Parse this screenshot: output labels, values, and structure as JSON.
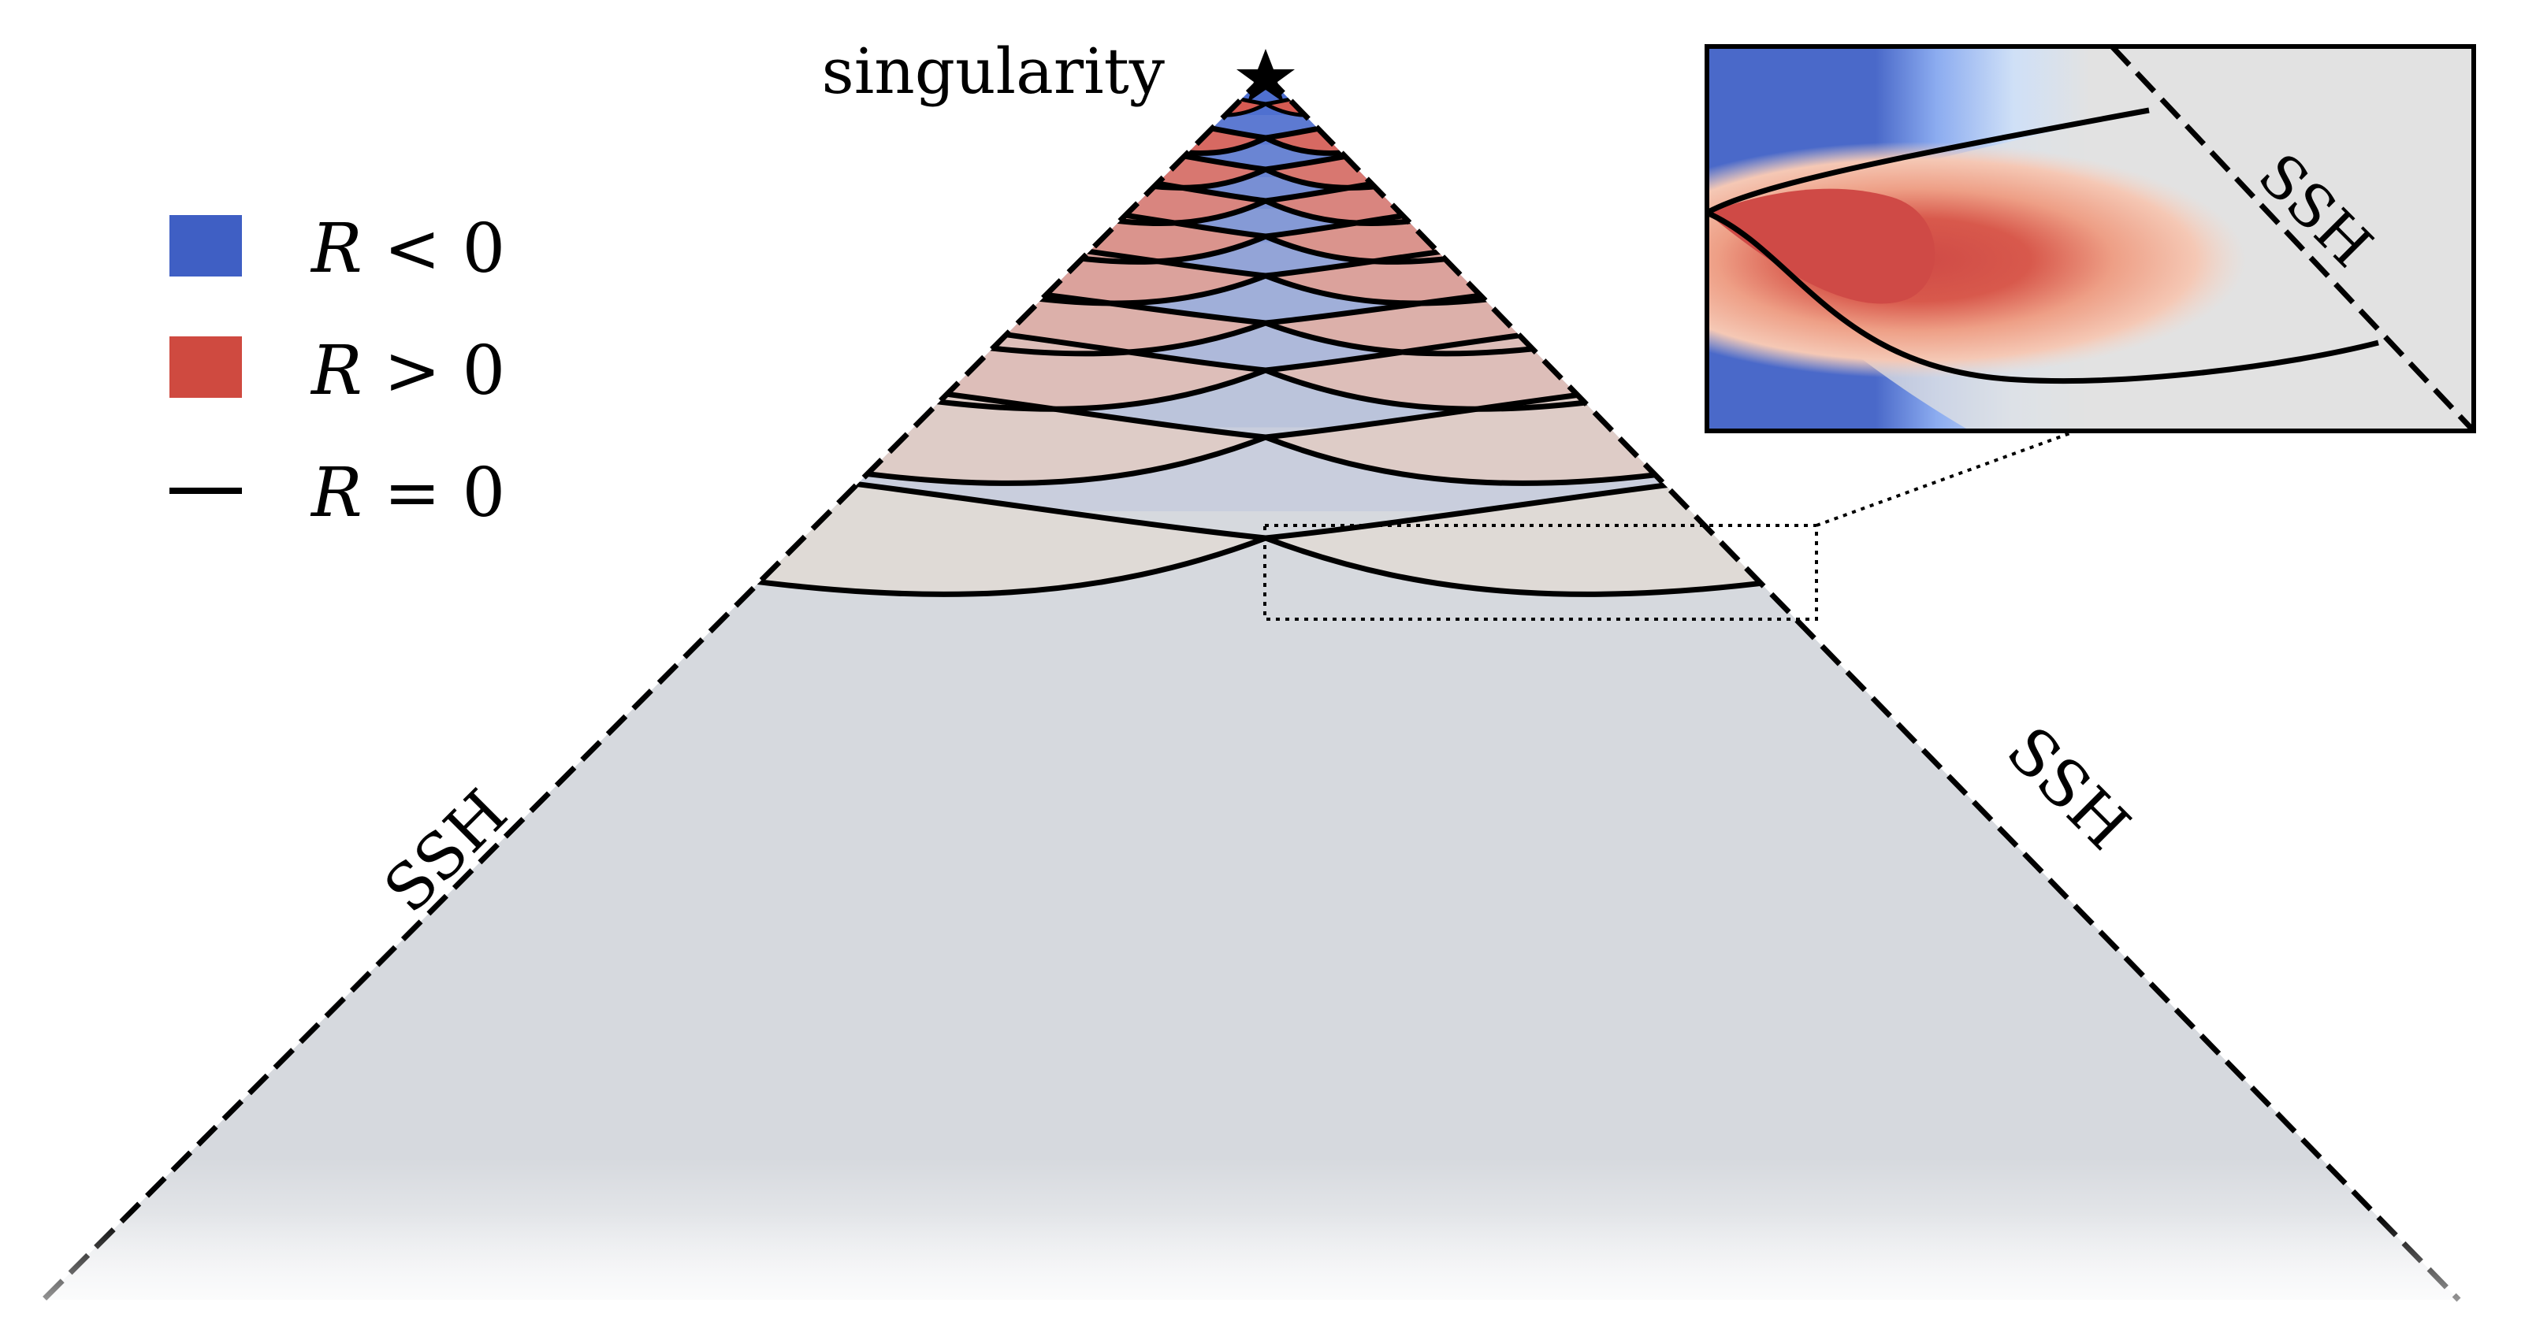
{
  "labels": {
    "singularity": "singularity",
    "ssh": "SSH"
  },
  "legend": [
    {
      "math_var": "R",
      "relation": " < 0",
      "color": "#3f5fc4"
    },
    {
      "math_var": "R",
      "relation": " > 0",
      "color": "#cf4a40"
    },
    {
      "math_var": "R",
      "relation": " = 0",
      "color": "#000000"
    }
  ],
  "colors": {
    "negative_curvature_top": "#4265cf",
    "negative_curvature_bottom": "#d6d9de",
    "positive_curvature_top": "#d43f36",
    "positive_curvature_bottom": "#dfdad6",
    "boundary": "#000000"
  },
  "bands": 12,
  "icons": {
    "singularity_marker": "star-icon"
  }
}
